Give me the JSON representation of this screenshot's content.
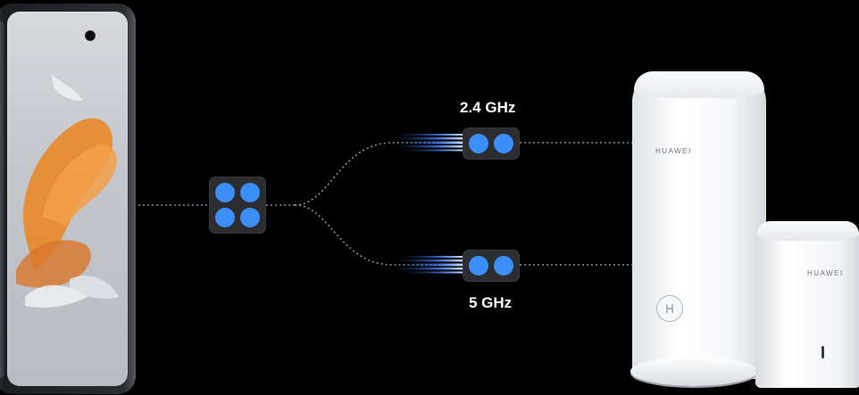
{
  "bands": {
    "band_24": "2.4 GHz",
    "band_5": "5 GHz"
  },
  "routers": {
    "main_brand": "HUAWEI",
    "secondary_brand": "HUAWEI"
  },
  "colors": {
    "background": "#000000",
    "chip": "#2b2d31",
    "dot": "#3c8ff8",
    "link_line": "#8a8d93",
    "beam": "#4a8cff"
  },
  "icons": {
    "device": "smartphone-icon",
    "main_router": "mesh-router-icon",
    "secondary_router": "mesh-satellite-icon",
    "router_logo": "huawei-h-logo-icon"
  }
}
